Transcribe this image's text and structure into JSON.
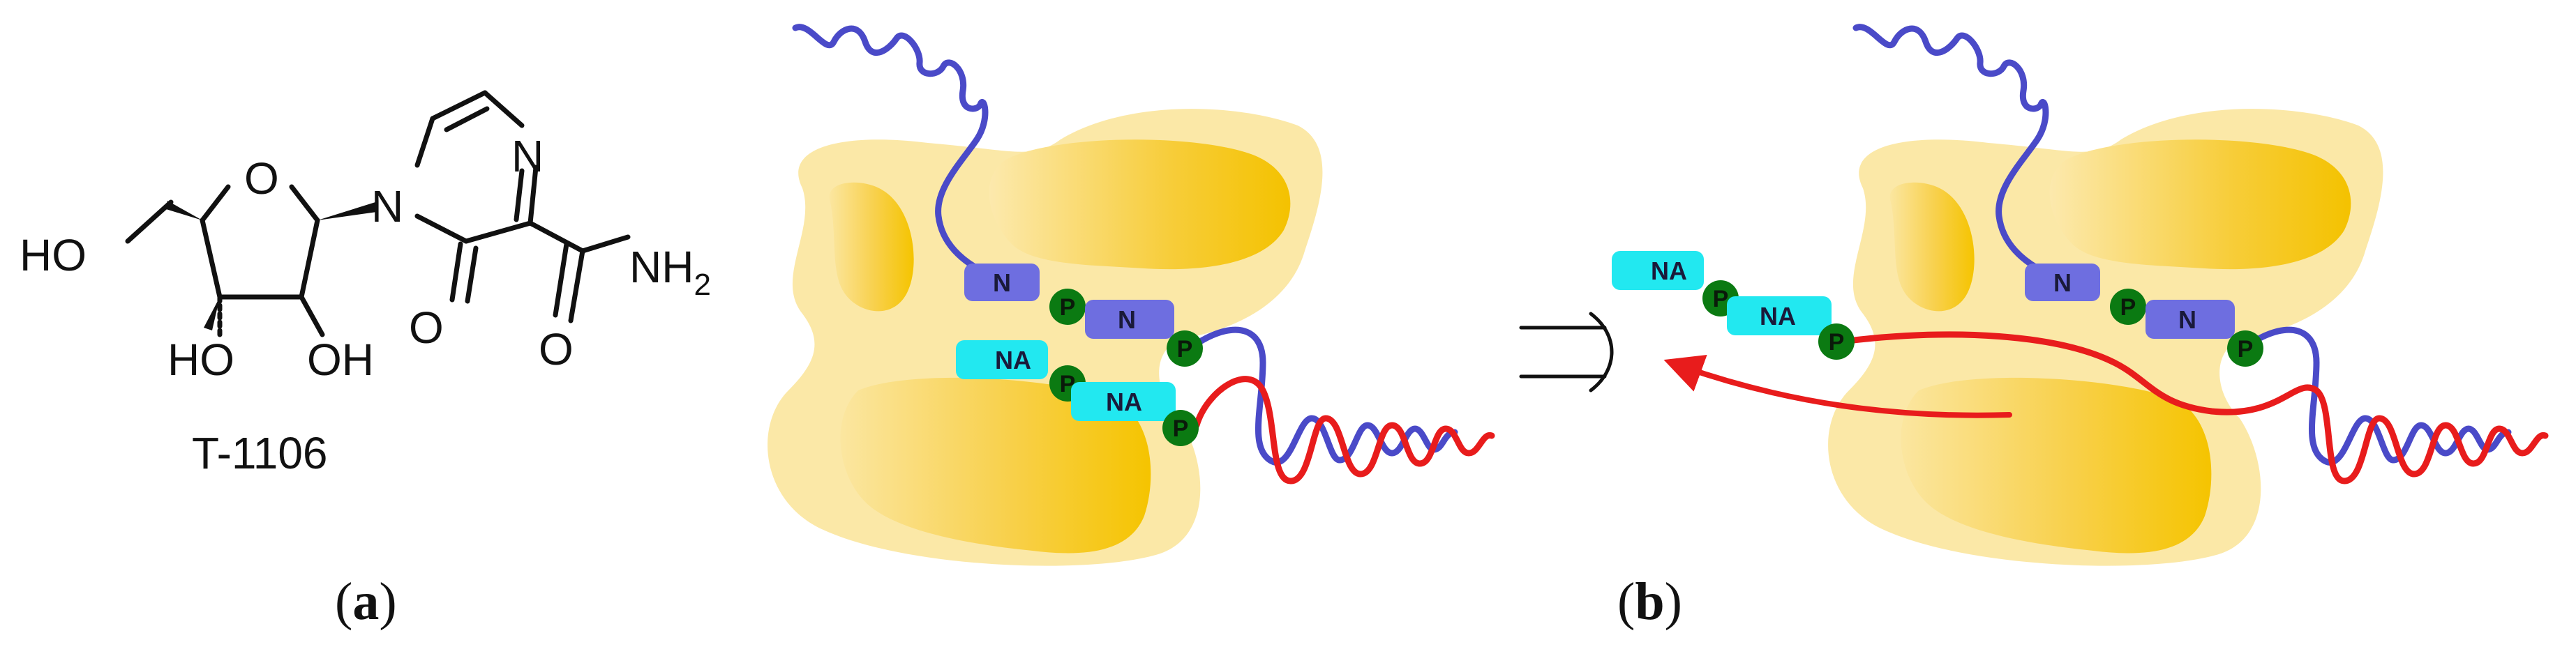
{
  "panel_a": {
    "label_open": "(",
    "label_letter": "a",
    "label_close": ")",
    "compound_name": "T-1106",
    "atoms": {
      "ho_left": "HO",
      "ho_bottom1": "HO",
      "oh_bottom2": "OH",
      "ring_o": "O",
      "n1": "N",
      "n4": "N",
      "carbonyl_o": "O",
      "amide_o": "O",
      "nh2": "NH",
      "nh2_sub": "2"
    }
  },
  "panel_b": {
    "label_open": "(",
    "label_letter": "b",
    "label_close": ")",
    "left_scene": {
      "top_boxes": [
        {
          "label": "N",
          "phosphate": "P"
        },
        {
          "label": "N",
          "phosphate": "P"
        }
      ],
      "bottom_boxes": [
        {
          "label": "NA",
          "phosphate": "P"
        },
        {
          "label": "NA",
          "phosphate": "P"
        }
      ]
    },
    "right_scene": {
      "top_boxes": [
        {
          "label": "N",
          "phosphate": "P"
        },
        {
          "label": "N",
          "phosphate": "P"
        }
      ],
      "released_boxes": [
        {
          "label": "NA",
          "phosphate": "P"
        },
        {
          "label": "NA",
          "phosphate": "P"
        }
      ]
    },
    "colors": {
      "template_strand": "#4a4ac8",
      "product_strand": "#e81c1c",
      "nucleotide_box": "#6e6ee0",
      "analog_box": "#22e8f0",
      "phosphate": "#0b7a12",
      "enzyme_light": "#fbe7a0",
      "enzyme_dark": "#f5c400"
    }
  }
}
